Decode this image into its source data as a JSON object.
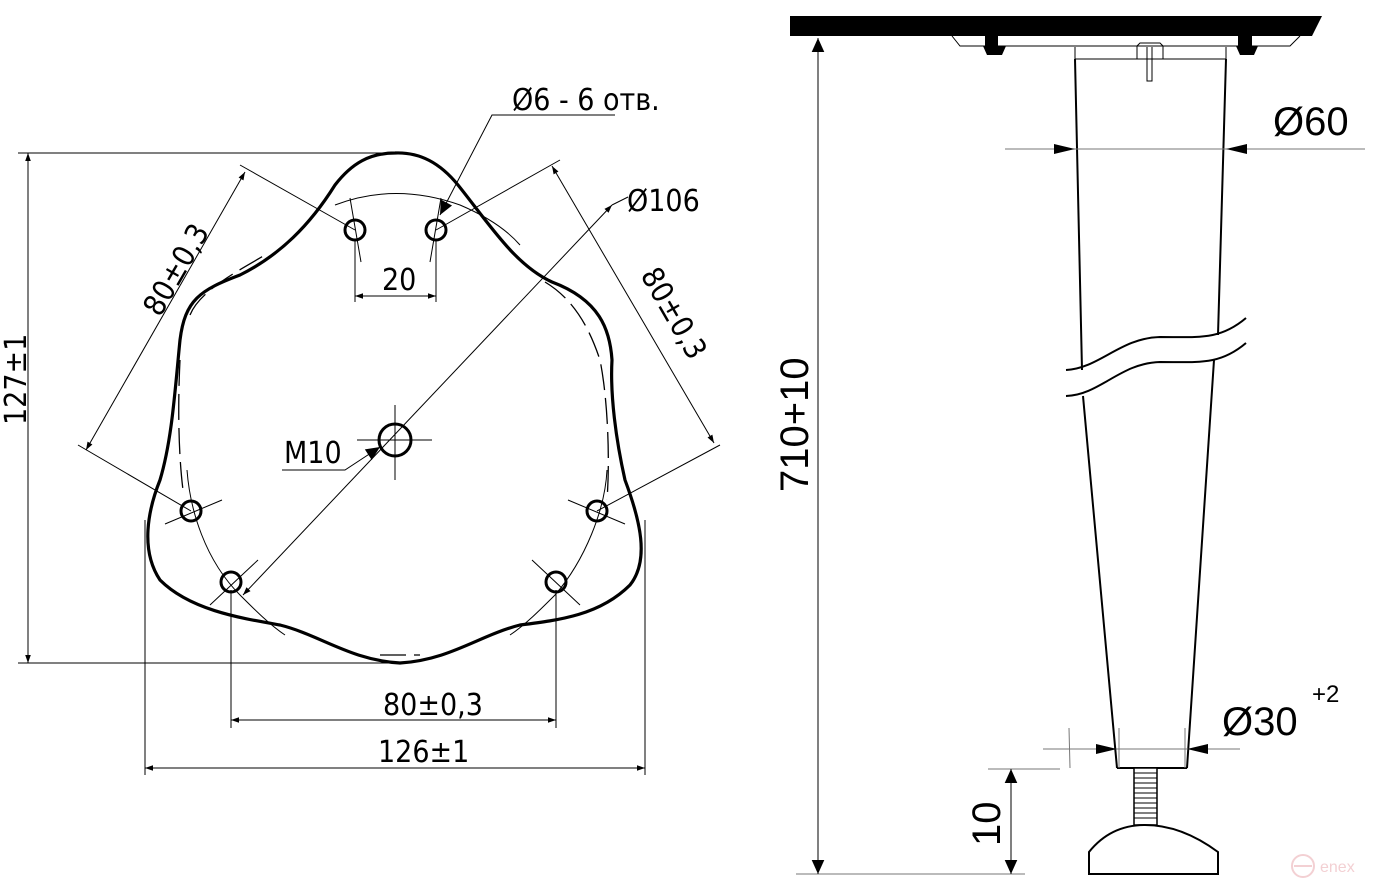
{
  "drawing": {
    "plan_view": {
      "holes_note": "Ø6 - 6 отв.",
      "pcd_label": "Ø106",
      "hole_spacing": "20",
      "center_thread": "M10",
      "side_spacing_left": "80±0,3",
      "side_spacing_right": "80±0,3",
      "bottom_spacing": "80±0,3",
      "overall_width": "126±1",
      "overall_height": "127±1"
    },
    "side_view": {
      "total_height": "710+10",
      "top_diameter": "Ø60",
      "bottom_diameter": "Ø30",
      "bottom_diameter_tolerance": "+2",
      "adjuster_height": "10"
    },
    "watermark": "enex",
    "colors": {
      "line": "#000000",
      "background": "#ffffff",
      "watermark": "#f3d0d3"
    }
  }
}
